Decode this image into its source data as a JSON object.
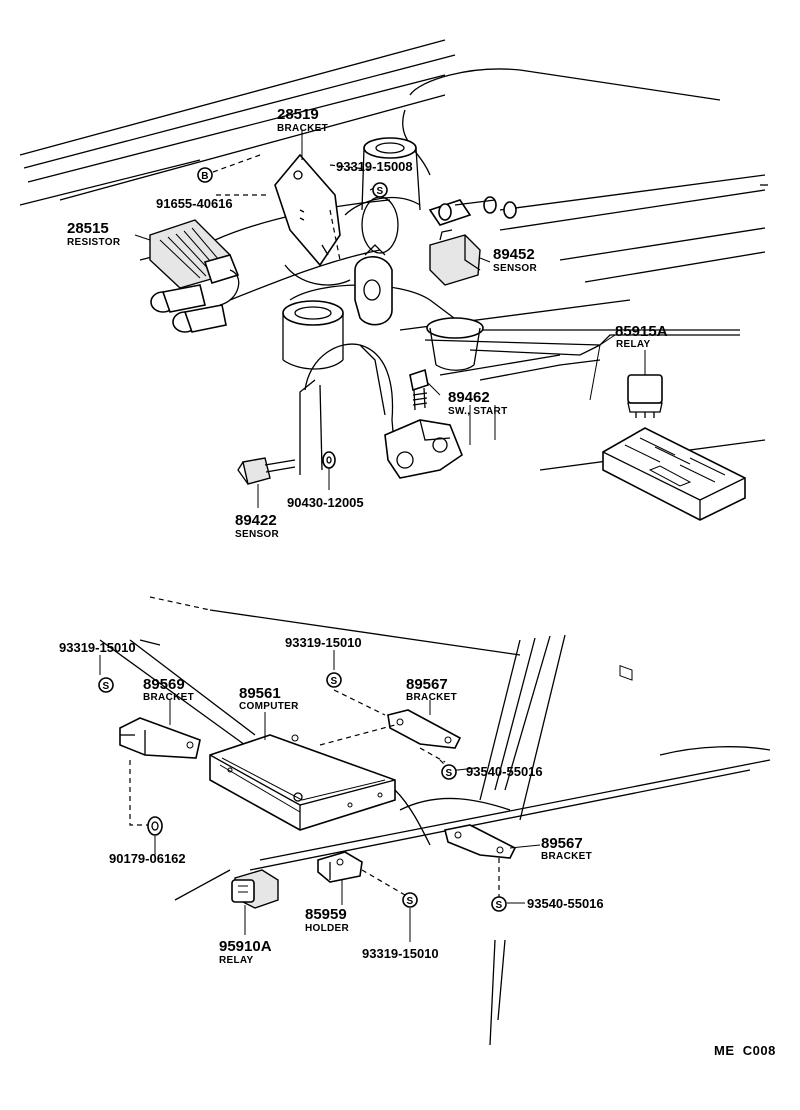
{
  "parts": {
    "p28519": {
      "number": "28519",
      "name": "BRACKET"
    },
    "p93319_15008": {
      "number": "93319-15008"
    },
    "p91655_40616": {
      "number": "91655-40616"
    },
    "p28515": {
      "number": "28515",
      "name": "RESISTOR"
    },
    "p89452": {
      "number": "89452",
      "name": "SENSOR"
    },
    "p85915A": {
      "number": "85915A",
      "name": "RELAY"
    },
    "p89462": {
      "number": "89462",
      "name": "SW., START"
    },
    "p90430_12005": {
      "number": "90430-12005"
    },
    "p89422": {
      "number": "89422",
      "name": "SENSOR"
    },
    "p93319_15010_a": {
      "number": "93319-15010"
    },
    "p89569": {
      "number": "89569",
      "name": "BRACKET"
    },
    "p93319_15010_b": {
      "number": "93319-15010"
    },
    "p89561": {
      "number": "89561",
      "name": "COMPUTER"
    },
    "p89567_a": {
      "number": "89567",
      "name": "BRACKET"
    },
    "p93540_55016_a": {
      "number": "93540-55016"
    },
    "p90179_06162": {
      "number": "90179-06162"
    },
    "p89567_b": {
      "number": "89567",
      "name": "BRACKET"
    },
    "p85959": {
      "number": "85959",
      "name": "HOLDER"
    },
    "p93540_55016_b": {
      "number": "93540-55016"
    },
    "p95910A": {
      "number": "95910A",
      "name": "RELAY"
    },
    "p93319_15010_c": {
      "number": "93319-15010"
    }
  },
  "symbols": {
    "s_mark": "S",
    "b_mark": "B"
  },
  "footer": {
    "code": "ME  C008"
  }
}
